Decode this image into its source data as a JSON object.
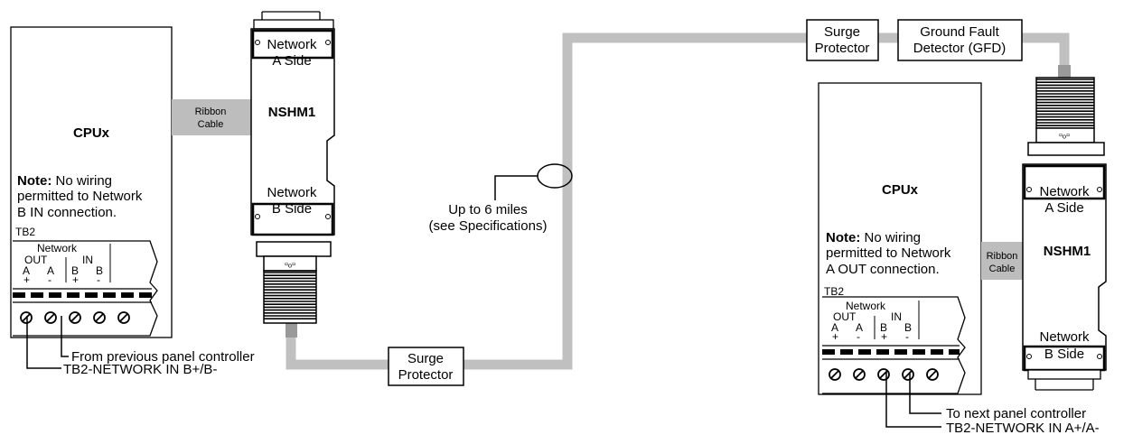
{
  "left_panel": {
    "title": "CPUx",
    "note_bold": "Note:",
    "note_lines": [
      " No wiring",
      "permitted to Network",
      "B IN connection."
    ],
    "tb_label": "TB2",
    "network_label": "Network",
    "out_label": "OUT",
    "in_label": "IN",
    "terminals": [
      {
        "letter": "A",
        "sign": "+"
      },
      {
        "letter": "A",
        "sign": "-"
      },
      {
        "letter": "B",
        "sign": "+"
      },
      {
        "letter": "B",
        "sign": "-"
      }
    ],
    "wire_note": [
      "From previous panel controller",
      "TB2-NETWORK IN B+/B-"
    ]
  },
  "right_panel": {
    "title": "CPUx",
    "note_bold": "Note:",
    "note_lines": [
      " No wiring",
      "permitted to Network",
      "A OUT connection."
    ],
    "tb_label": "TB2",
    "network_label": "Network",
    "out_label": "OUT",
    "in_label": "IN",
    "terminals": [
      {
        "letter": "A",
        "sign": "+"
      },
      {
        "letter": "A",
        "sign": "-"
      },
      {
        "letter": "B",
        "sign": "+"
      },
      {
        "letter": "B",
        "sign": "-"
      }
    ],
    "wire_note": [
      "To next panel controller",
      "TB2-NETWORK IN A+/A-"
    ]
  },
  "left_module": {
    "name": "NSHM1",
    "top_label": [
      "Network",
      "A Side"
    ],
    "bottom_label": [
      "Network",
      "B Side"
    ]
  },
  "right_module": {
    "name": "NSHM1",
    "top_label": [
      "Network",
      "A Side"
    ],
    "bottom_label": [
      "Network",
      "B Side"
    ]
  },
  "ribbon_left": [
    "Ribbon",
    "Cable"
  ],
  "ribbon_right": [
    "Ribbon",
    "Cable"
  ],
  "surge_bottom": [
    "Surge",
    "Protector"
  ],
  "surge_top": [
    "Surge",
    "Protector"
  ],
  "gfd": [
    "Ground Fault",
    "Detector (GFD)"
  ],
  "distance": [
    "Up to 6 miles",
    "(see Specifications)"
  ],
  "colors": {
    "cable": "#c0c0c0",
    "line": "#000000",
    "fill": "#ffffff"
  }
}
